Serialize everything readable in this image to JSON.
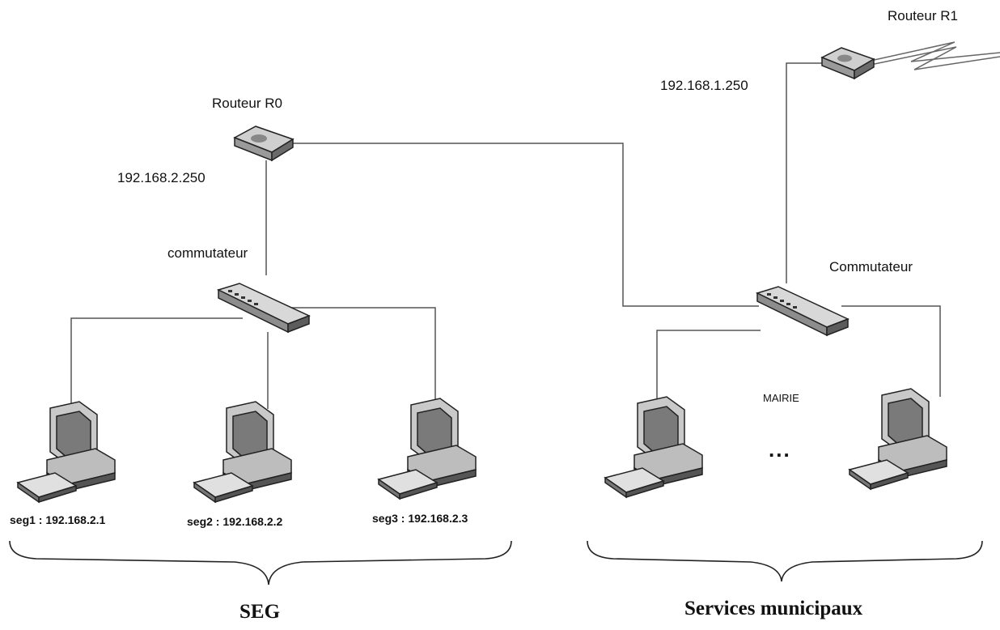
{
  "routers": {
    "r0": {
      "name": "Routeur R0",
      "ip": "192.168.2.250"
    },
    "r1": {
      "name": "Routeur R1",
      "ip": "192.168.1.250"
    }
  },
  "switches": {
    "seg": {
      "label": "commutateur"
    },
    "mairie": {
      "label": "Commutateur"
    }
  },
  "seg_hosts": [
    {
      "label": "seg1 : 192.168.2.1"
    },
    {
      "label": "seg2 : 192.168.2.2"
    },
    {
      "label": "seg3 : 192.168.2.3"
    }
  ],
  "mairie": {
    "label": "MAIRIE",
    "ellipsis": "..."
  },
  "groups": {
    "seg": "SEG",
    "services": "Services municipaux"
  },
  "colors": {
    "line": "#333333",
    "device": "#d4d4d4",
    "device_dark": "#555555"
  }
}
